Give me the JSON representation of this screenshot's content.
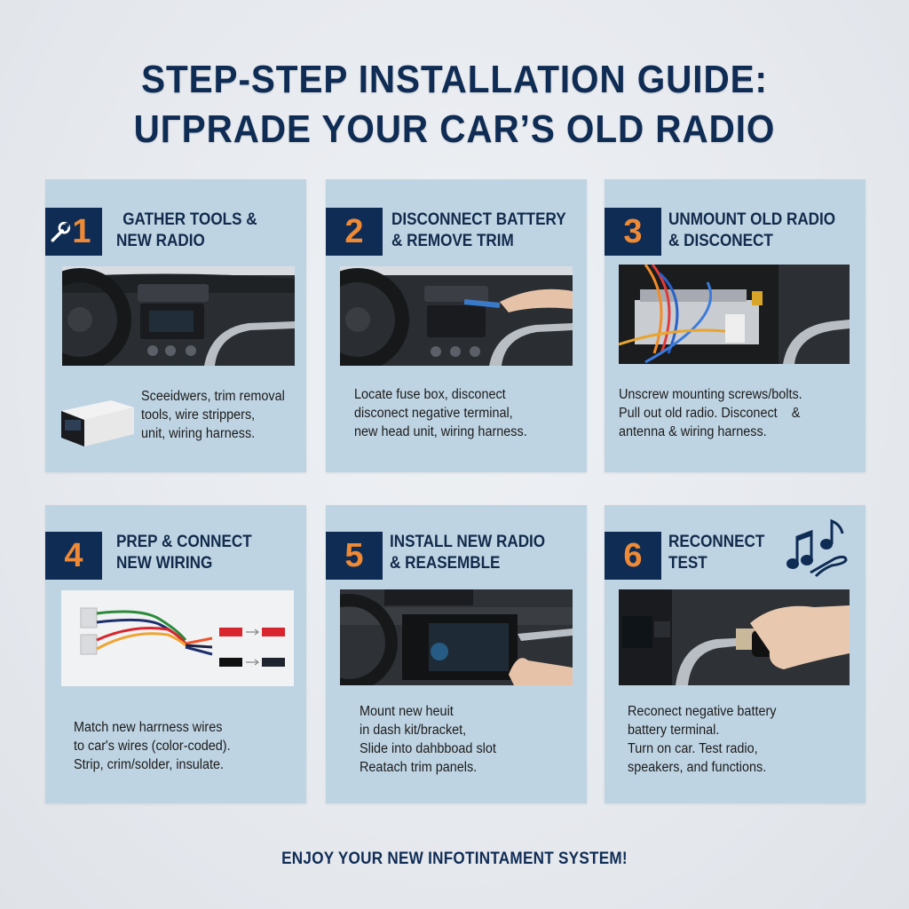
{
  "header": {
    "title_line1": "STEP-STEP INSTALLATION GUIDE:",
    "title_line2": "UГPRADE YOUR CAR’S OLD RADIO"
  },
  "colors": {
    "background": "#e6e9ee",
    "card": "#bfd4e3",
    "navy": "#0f2c55",
    "orange": "#ee8a35"
  },
  "steps": [
    {
      "number": "1",
      "icon": "wrench-icon",
      "title_line1": "GATHER TOOLS &",
      "title_line2": "NEW RADIO",
      "image": "car-dashboard-photo",
      "secondary_image": "radio-box-photo",
      "desc": [
        "Sceeidwers, trim removal",
        "tools,  wire strippers,",
        "unit, wiring harness."
      ]
    },
    {
      "number": "2",
      "title_line1": "DISCONNECT BATTERY",
      "title_line2": "& REMOVE TRIM",
      "image": "trim-removal-photo",
      "desc": [
        "Locate fuse box, disconect",
        "disconect negative terminal,",
        "new head unit, wiring harness."
      ]
    },
    {
      "number": "3",
      "title_line1": "UNMOUNT OLD RADIO",
      "title_line2": "& DISCONECT",
      "image": "radio-wiring-photo",
      "desc": [
        "Unscrew mounting screws/bolts.",
        "Pull out old radio. Disconect    &",
        "antenna & wiring harness."
      ]
    },
    {
      "number": "4",
      "title_line1": "PREP & CONNECT",
      "title_line2": "NEW WIRING",
      "image": "wiring-diagram",
      "desc": [
        "Match new harrness wires",
        "to car's wires (color-coded).",
        "Strip, crim/solder, insulate."
      ]
    },
    {
      "number": "5",
      "title_line1": "INSTALL NEW RADIO",
      "title_line2": "& REASEMBLE",
      "image": "install-radio-photo",
      "desc": [
        "Mount new heuit",
        "in dash kit/bracket,",
        "Slide into dahbboad slot",
        "Reatach trim panels."
      ]
    },
    {
      "number": "6",
      "icon": "music-notes-icon",
      "title_line1": "RECONNECT",
      "title_line2": "TEST",
      "image": "ignition-key-photo",
      "desc": [
        "Reconect negative battery",
        "battery terminal.",
        "Turn on car. Test radio,",
        "speakers, and functions."
      ]
    }
  ],
  "footer": {
    "text": "ENJOY YOUR NEW INFOTINTAMENT SYSTEM!"
  }
}
